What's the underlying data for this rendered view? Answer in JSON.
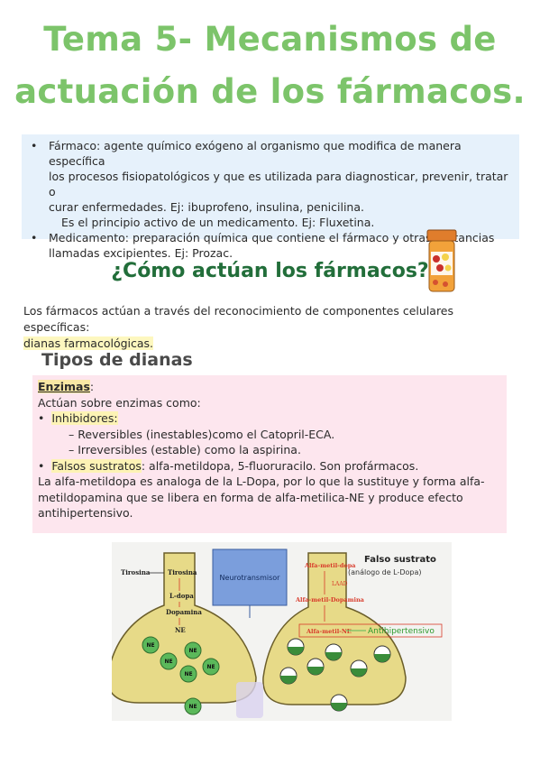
{
  "title": {
    "line1": "Tema 5- Mecanismos de",
    "line2": "actuación de los fármacos."
  },
  "definitions": {
    "farmaco": {
      "line1": "Fármaco: agente químico exógeno al organismo que modifica de manera específica",
      "line2": "los procesos fisiopatológicos y que es utilizada para diagnosticar, prevenir, tratar o",
      "line3": "curar enfermedades. Ej: ibuprofeno, insulina, penicilina.",
      "line4": "Es el principio activo de un medicamento. Ej: Fluxetina."
    },
    "medicamento": {
      "line1": "Medicamento: preparación química que contiene el fármaco y otras sustancias",
      "line2": "llamadas excipientes. Ej: Prozac."
    },
    "bullet": "•"
  },
  "section_heading": "¿Cómo actúan los fármacos?",
  "intro": {
    "line1": "Los fármacos actúan a través del reconocimiento de componentes celulares específicas:",
    "line2": "dianas farmacológicas."
  },
  "tipos_heading": "Tipos de dianas",
  "enzimas": {
    "heading": "Enzimas",
    "colon": ":",
    "line1": "Actúan sobre enzimas como:",
    "inhibidores": "Inhibidores:",
    "reversibles": "– Reversibles (inestables)como el Catopril-ECA.",
    "irreversibles": "– Irreversibles (estable) como la aspirina.",
    "falsos_label": "Falsos sustratos",
    "falsos_rest": ": alfa-metildopa, 5-fluoruracilo. Son profármacos.",
    "para1": "La alfa-metildopa es analoga de la L-Dopa, por lo que la sustituye y forma alfa-",
    "para2": "metildopamina que se libera en forma de alfa-metilica-NE y produce efecto",
    "para3": "antihipertensivo."
  },
  "figure": {
    "left_labels": [
      "Tirosina",
      "Tirosina",
      "L-dopa",
      "Dopamina",
      "NE"
    ],
    "ne_label": "NE",
    "neurotransmisor": "Neurotransmisor",
    "right_labels": [
      "Alfa-metil-dopa",
      "LAAD",
      "Alfa-metil-Dopamina",
      "Alfa-metil-NE"
    ],
    "falso_sustrato": "Falso sustrato",
    "analogo": "(análogo de L-Dopa)",
    "antihipertensivo": "Antihipertensivo"
  },
  "colors": {
    "title_green": "#7cc46a",
    "heading_green": "#226e3a",
    "blue_box": "#e6f1fb",
    "pink_box": "#fde6ee",
    "highlight_yellow": "#fdf7bf",
    "neuron_fill": "#e7da88",
    "vesicle_green": "#5bb85a",
    "red_label": "#d83a2a"
  }
}
